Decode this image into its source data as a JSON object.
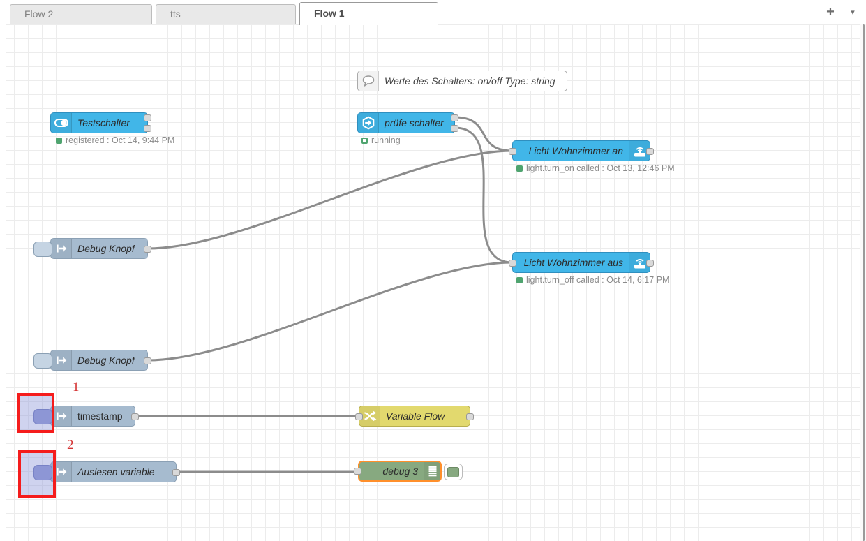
{
  "tab_bar": {
    "tabs": [
      {
        "label": "Flow 2",
        "active": false
      },
      {
        "label": "tts",
        "active": false
      },
      {
        "label": "Flow 1",
        "active": true
      }
    ],
    "add_button": "+",
    "menu_caret": "▾"
  },
  "comment_node": {
    "label": "Werte des Schalters: on/off Type: string"
  },
  "nodes": {
    "testschalter": {
      "label": "Testschalter",
      "status": "registered : Oct 14, 9:44 PM"
    },
    "pruefe_schalter": {
      "label": "prüfe schalter",
      "status": "running"
    },
    "licht_an": {
      "label": "Licht Wohnzimmer an",
      "status": "light.turn_on called : Oct 13, 12:46 PM"
    },
    "licht_aus": {
      "label": "Licht Wohnzimmer aus",
      "status": "light.turn_off called : Oct 14, 6:17 PM"
    },
    "debug_knopf_1": {
      "label": "Debug Knopf"
    },
    "debug_knopf_2": {
      "label": "Debug Knopf"
    },
    "timestamp": {
      "label": "timestamp"
    },
    "variable_flow": {
      "label": "Variable Flow"
    },
    "auslesen_variable": {
      "label": "Auslesen variable"
    },
    "debug_3": {
      "label": "debug 3"
    }
  },
  "annotations": [
    {
      "label": "1"
    },
    {
      "label": "2"
    }
  ],
  "colors": {
    "ha_node_blue": "#41b6e8",
    "inject_gray_blue": "#a6bbcf",
    "change_yellow": "#e2d96e",
    "debug_green": "#87a980",
    "selection_orange": "#ff8f2b",
    "status_green": "#4fa46f",
    "wire_gray": "#8c8c8c",
    "marker_red": "#f51c1c",
    "marker_fill_purple": "rgba(141,149,216,0.42)"
  }
}
